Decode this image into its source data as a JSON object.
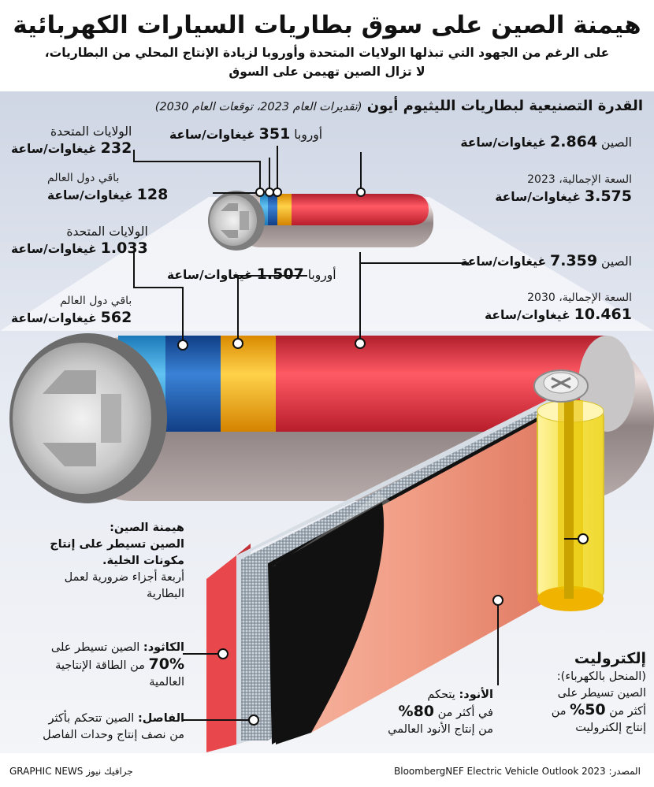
{
  "header": {
    "title": "هيمنة الصين على سوق بطاريات السيارات الكهربائية",
    "subtitle_line1": "على الرغم من الجهود التي تبذلها الولايات المتحدة وأوروبا لزيادة الإنتاج المحلي من البطاريات،",
    "subtitle_line2": "لا تزال الصين تهيمن على السوق"
  },
  "section": {
    "heading": "القدرة التصنيعية لبطاريات الليثيوم أيون",
    "note": "(تقديرات العام 2023، توقعات العام 2030)"
  },
  "battery_2023": {
    "china_name": "الصين",
    "china_value": "2.864",
    "china_unit": "غيغاوات/ساعة",
    "europe_name": "أوروبا",
    "europe_value": "351",
    "europe_unit": "غيغاوات/ساعة",
    "usa_name": "الولايات المتحدة",
    "usa_value": "232",
    "usa_unit": "غيغاوات/ساعة",
    "row_name": "باقي دول العالم",
    "row_value": "128",
    "row_unit": "غيغاوات/ساعة",
    "total_label": "السعة الإجمالية، 2023",
    "total_value": "3.575",
    "total_unit": "غيغاوات/ساعة"
  },
  "battery_2030": {
    "china_name": "الصين",
    "china_value": "7.359",
    "china_unit": "غيغاوات/ساعة",
    "europe_name": "أوروبا",
    "europe_value": "1.507",
    "europe_unit": "غيغاوات/ساعة",
    "usa_name": "الولايات المتحدة",
    "usa_value": "1.033",
    "usa_unit": "غيغاوات/ساعة",
    "row_name": "باقي دول العالم",
    "row_value": "562",
    "row_unit": "غيغاوات/ساعة",
    "total_label": "السعة الإجمالية، 2030",
    "total_value": "10.461",
    "total_unit": "غيغاوات/ساعة"
  },
  "components": {
    "dominance_title": "هيمنة الصين:",
    "dominance_line1": "الصين تسيطر على إنتاج",
    "dominance_line2": "مكونات الخلية.",
    "parts_line1": "أربعة أجزاء ضرورية لعمل",
    "parts_line2": "البطارية",
    "cathode_title": "الكاثود:",
    "cathode_line1": "الصين تسيطر على",
    "cathode_pct": "70%",
    "cathode_line2": "من الطاقة الإنتاجية",
    "cathode_line3": "العالمية",
    "separator_title": "الفاصل:",
    "separator_line1": "الصين تتحكم بأكثر",
    "separator_line2": "من نصف إنتاج وحدات الفاصل",
    "anode_title": "الأنود:",
    "anode_line1": "يتحكم",
    "anode_line2": "في أكثر من",
    "anode_pct": "80%",
    "anode_line3": "من إنتاج الأنود العالمي",
    "electrolyte_title": "إلكتروليت",
    "electrolyte_line1": "(المنحل بالكهرباء):",
    "electrolyte_line2": "الصين تسيطر على",
    "electrolyte_line3": "أكثر من",
    "electrolyte_pct": "50%",
    "electrolyte_line3b": "من",
    "electrolyte_line4": "إنتاج إلكتروليت"
  },
  "footer": {
    "source": "المصدر: BloombergNEF Electric Vehicle Outlook 2023",
    "brand": "GRAPHIC NEWS جرافيك نيوز"
  },
  "colors": {
    "china": "#e63946",
    "europe": "#f6b21a",
    "usa": "#1f5fb0",
    "row": "#3aa3e0",
    "cathode": "#e8474b",
    "anode": "#111111",
    "electrolyte": "#f3e04a"
  }
}
